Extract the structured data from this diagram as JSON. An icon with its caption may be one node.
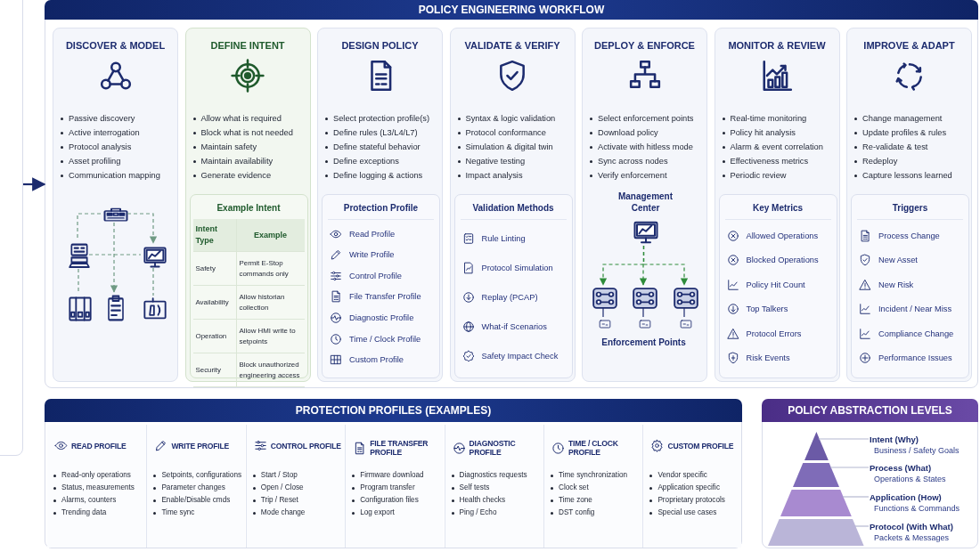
{
  "diagram": {
    "nodes": [
      {
        "text": [],
        "shape": "box"
      },
      {
        "text": [
          "POLICY ENGINEERING WORKFLOW"
        ]
      },
      {
        "text": [
          "DISCOVER & MODEL",
          "Passive discovery",
          "Active interrogation",
          "Protocol analysis",
          "Asset profiling",
          "Communication mapping"
        ],
        "in": 1
      },
      {
        "text": [],
        "shape": "picture",
        "in": 2
      },
      {
        "text": [],
        "shape": "picture",
        "in": 2
      },
      {
        "text": [],
        "shape": "picture",
        "in": 2
      },
      {
        "text": [],
        "shape": "picture",
        "in": 2
      },
      {
        "text": [],
        "shape": "picture",
        "in": 2
      },
      {
        "text": [],
        "shape": "picture",
        "in": 2
      },
      {
        "text": [
          "DEFINE INTENT",
          "Allow what is required",
          "Block what is not needed",
          "Maintain safety",
          "Maintain availability",
          "Generate evidence"
        ],
        "in": 1
      },
      {
        "text": [
          "Example Intent",
          "Intent Type",
          "Example",
          "Safety",
          "Permit E-Stop commands only",
          "Availability",
          "Allow historian collection",
          "Operation",
          "Allow HMI write to setpoints",
          "Security",
          "Block unauthorized engineering access"
        ],
        "in": 9
      },
      {
        "text": [
          "DESIGN POLICY",
          "Select protection profile(s)",
          "Define rules (L3/L4/L7)",
          "Define stateful behavior",
          "Define exceptions",
          "Define logging & actions"
        ],
        "in": 1
      },
      {
        "text": [
          "Protection Profile",
          "Read Profile",
          "Write Profile",
          "Control Profile",
          "File Transfer Profile",
          "Diagnostic Profile",
          "Time / Clock Profile",
          "Custom Profile"
        ],
        "in": 11
      },
      {
        "text": [
          "VALIDATE & VERIFY",
          "Syntax & logic validation",
          "Protocol conformance",
          "Simulation & digital twin",
          "Negative testing",
          "Impact analysis"
        ],
        "in": 1
      },
      {
        "text": [
          "Validation Methods",
          "Rule Linting",
          "Protocol Simulation",
          "Replay (PCAP)",
          "What-if Scenarios",
          "Safety Impact Check"
        ],
        "in": 13
      },
      {
        "text": [
          "DEPLOY & ENFORCE",
          "Select enforcement points",
          "Download policy",
          "Activate with hitless mode",
          "Sync across nodes",
          "Verify enforcement"
        ],
        "in": 1
      },
      {
        "text": [
          "Management Center"
        ],
        "in": 15
      },
      {
        "text": [],
        "shape": "picture",
        "in": 15
      },
      {
        "text": [],
        "shape": "picture",
        "in": 15
      },
      {
        "text": [],
        "shape": "picture",
        "in": 15
      },
      {
        "text": [],
        "shape": "picture",
        "in": 15
      },
      {
        "text": [],
        "shape": "picture",
        "in": 15
      },
      {
        "text": [],
        "shape": "picture",
        "in": 15
      },
      {
        "text": [
          "MONITOR & REVIEW",
          "Real-time monitoring",
          "Policy hit analysis",
          "Alarm & event correlation",
          "Effectiveness metrics",
          "Periodic review"
        ],
        "in": 1
      },
      {
        "text": [
          "Key Metrics",
          "Allowed Operations",
          "Blocked Operations",
          "Policy Hit Count",
          "Top Talkers",
          "Protocol Errors",
          "Risk Events"
        ],
        "in": 23
      },
      {
        "text": [
          "IMPROVE & ADAPT",
          "Change management",
          "Update profiles & rules",
          "Re-validate & test",
          "Redeploy",
          "Capture lessons learned"
        ],
        "in": 1
      },
      {
        "text": [
          "Triggers",
          "Process Change",
          "New Asset",
          "New Risk",
          "Incident / Near Miss",
          "Compliance Change",
          "Performance Issues"
        ],
        "in": 25
      },
      {
        "text": [
          "PROTECTION PROFILES (EXAMPLES)"
        ]
      },
      {
        "text": [
          "READ PROFILE",
          "Read-only operations",
          "Status, measurements",
          "Alarms, counters",
          "Trending data"
        ],
        "in": 27
      },
      {
        "text": [
          "WRITE PROFILE",
          "Setpoints, configurations",
          "Parameter changes",
          "Enable/Disable cmds",
          "Time sync"
        ],
        "in": 27
      },
      {
        "text": [
          "CONTROL PROFILE",
          "Start / Stop",
          "Open / Close",
          "Trip / Reset",
          "Mode change"
        ],
        "in": 27
      },
      {
        "text": [
          "FILE TRANSFER PROFILE",
          "Firmware download",
          "Program transfer",
          "Configuration files",
          "Log export"
        ],
        "in": 27
      },
      {
        "text": [
          "DIAGNOSTIC PROFILE",
          "Diagnostics requests",
          "Self tests",
          "Health checks",
          "Ping / Echo"
        ],
        "in": 27
      },
      {
        "text": [
          "TIME / CLOCK PROFILE",
          "Time synchronization",
          "Clock set",
          "Time zone",
          "DST config"
        ],
        "in": 27
      },
      {
        "text": [
          "CUSTOM PROFILE",
          "Vendor specific",
          "Application specific",
          "Proprietary protocols",
          "Special use cases"
        ],
        "in": 27
      },
      {
        "text": [
          "POLICY ABSTRACTION LEVELS"
        ]
      },
      {
        "text": [],
        "shape": "triangle",
        "in": 35
      },
      {
        "text": [],
        "shape": "trapezoid",
        "in": 35
      },
      {
        "text": [],
        "shape": "trapezoid",
        "in": 35
      },
      {
        "text": [],
        "shape": "trapezoid",
        "in": 35
      },
      {
        "text": [
          "Intent (Why)",
          "Business / Safety Goals"
        ],
        "in": 35
      },
      {
        "text": [
          "Process (What)",
          "Operations & States"
        ],
        "in": 35
      },
      {
        "text": [
          "Application (How)",
          "Functions & Commands"
        ],
        "in": 35
      },
      {
        "text": [
          "Protocol (With What)",
          "Packets & Messages"
        ],
        "in": 35
      }
    ],
    "edges": [
      {
        "from": 0,
        "to": 1,
        "arrow": "to",
        "color": "#1c2b6e"
      },
      {
        "from": 3,
        "to": 4,
        "arrow": "none",
        "style": "dashed",
        "color": "#6f9a84"
      },
      {
        "from": 3,
        "to": 7,
        "arrow": "to",
        "style": "dashed",
        "color": "#6f9a84"
      },
      {
        "from": 3,
        "to": 5,
        "arrow": "to",
        "style": "dashed",
        "color": "#6f9a84"
      },
      {
        "from": 4,
        "to": 5,
        "arrow": "none",
        "style": "dashed",
        "color": "#6f9a84"
      },
      {
        "from": 4,
        "to": 6,
        "arrow": "none",
        "style": "dashed",
        "color": "#6f9a84"
      },
      {
        "from": 5,
        "to": 8,
        "arrow": "none",
        "style": "dashed",
        "color": "#6f9a84"
      },
      {
        "from": 16,
        "to": 17,
        "arrow": "to",
        "style": "dashed",
        "color": "#2e8b3a"
      },
      {
        "from": 16,
        "to": 18,
        "arrow": "to",
        "style": "dashed",
        "color": "#2e8b3a"
      },
      {
        "from": 16,
        "to": 19,
        "arrow": "to",
        "style": "dashed",
        "color": "#2e8b3a"
      },
      {
        "from": 17,
        "to": 20,
        "arrow": "none",
        "color": "#1c2b6e"
      },
      {
        "from": 18,
        "to": 21,
        "arrow": "none",
        "color": "#1c2b6e"
      },
      {
        "from": 19,
        "to": 22,
        "arrow": "none",
        "color": "#1c2b6e"
      },
      {
        "from": 40,
        "to": 36,
        "arrow": "none",
        "color": "#b4b8d0"
      },
      {
        "from": 41,
        "to": 37,
        "arrow": "none",
        "color": "#b4b8d0"
      },
      {
        "from": 42,
        "to": 38,
        "arrow": "none",
        "color": "#b4b8d0"
      },
      {
        "from": 43,
        "to": 39,
        "arrow": "none",
        "color": "#b4b8d0"
      }
    ],
    "labels": [
      "Enforcement Points"
    ]
  }
}
